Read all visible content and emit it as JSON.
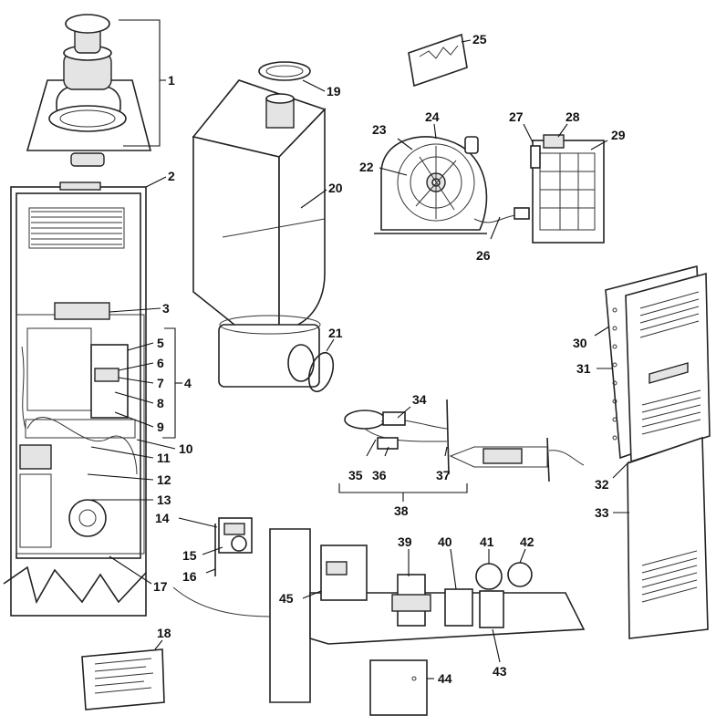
{
  "labels": {
    "n1": "1",
    "n2": "2",
    "n3": "3",
    "n4": "4",
    "n5": "5",
    "n6": "6",
    "n7": "7",
    "n8": "8",
    "n9": "9",
    "n10": "10",
    "n11": "11",
    "n12": "12",
    "n13": "13",
    "n14": "14",
    "n15": "15",
    "n16": "16",
    "n17": "17",
    "n18": "18",
    "n19": "19",
    "n20": "20",
    "n21": "21",
    "n22": "22",
    "n23": "23",
    "n24": "24",
    "n25": "25",
    "n26": "26",
    "n27": "27",
    "n28": "28",
    "n29": "29",
    "n30": "30",
    "n31": "31",
    "n32": "32",
    "n33": "33",
    "n34": "34",
    "n35": "35",
    "n36": "36",
    "n37": "37",
    "n38": "38",
    "n39": "39",
    "n40": "40",
    "n41": "41",
    "n42": "42",
    "n43": "43",
    "n44": "44",
    "n45": "45"
  },
  "colors": {
    "ink": "#222222",
    "paper": "#ffffff",
    "shade": "#e4e4e4"
  }
}
